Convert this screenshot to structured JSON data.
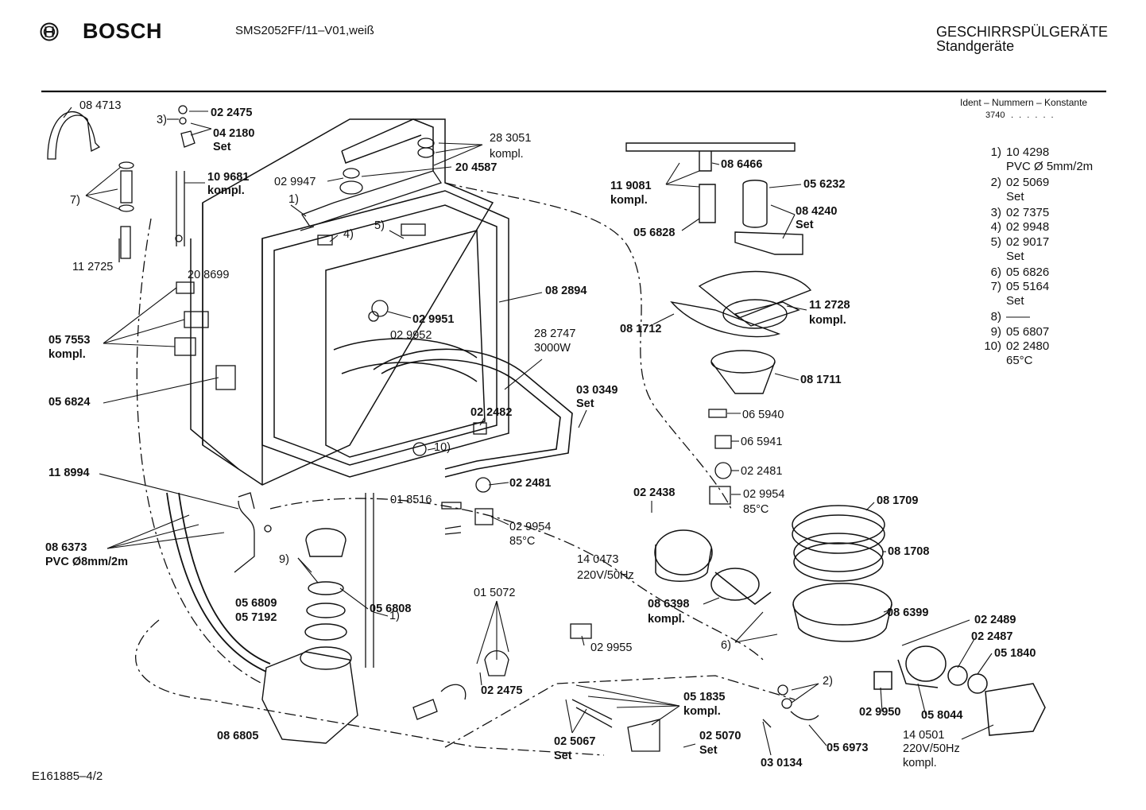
{
  "header": {
    "brand": "BOSCH",
    "brand_icon": "bosch-armature-icon",
    "model": "SMS2052FF/11–V01,weiß",
    "category_title": "GESCHIRRSPÜLGERÄTE",
    "category_subtitle": "Standgeräte"
  },
  "ident": {
    "heading": "Ident – Nummern – Konstante",
    "value": "3740",
    "dots": ". . . . . ."
  },
  "legend": [
    {
      "num": "1)",
      "code": "10 4298",
      "note": "PVC Ø 5mm/2m"
    },
    {
      "num": "2)",
      "code": "02 5069",
      "note": "Set"
    },
    {
      "num": "3)",
      "code": "02 7375",
      "note": ""
    },
    {
      "num": "4)",
      "code": "02 9948",
      "note": ""
    },
    {
      "num": "5)",
      "code": "02 9017",
      "note": "Set"
    },
    {
      "num": "6)",
      "code": "05 6826",
      "note": ""
    },
    {
      "num": "7)",
      "code": "05 5164",
      "note": "Set"
    },
    {
      "num": "8)",
      "code": "——",
      "note": ""
    },
    {
      "num": "9)",
      "code": "05 6807",
      "note": ""
    },
    {
      "num": "10)",
      "code": "02 2480",
      "note": "65°C"
    }
  ],
  "parts": {
    "p084713": "08 4713",
    "p022475a": "02 2475",
    "n3": "3)",
    "p042180": "04 2180",
    "set_a": "Set",
    "p109681": "10 9681",
    "kompl_a": "kompl.",
    "n7": "7)",
    "p112725": "11 2725",
    "p208699": "20 8699",
    "p057553": "05 7553",
    "kompl_b": "kompl.",
    "p056824": "05 6824",
    "p118994": "11 8994",
    "p086373": "08 6373",
    "pvc8": "PVC Ø8mm/2m",
    "p029947": "02 9947",
    "n1a": "1)",
    "n4": "4)",
    "n5": "5)",
    "p283051": "28 3051",
    "kompl_c": "kompl.",
    "p204587": "20 4587",
    "p082894": "08 2894",
    "p029951": "02 9951",
    "p029952": "02 9952",
    "p282747": "28 2747",
    "w3000": "3000W",
    "p030349": "03 0349",
    "set_b": "Set",
    "p022482": "02 2482",
    "n10": "10)",
    "p022481a": "02 2481",
    "p018516": "01 8516",
    "p029954a": "02 9954",
    "c85a": "85°C",
    "n9": "9)",
    "p056809": "05 6809",
    "p056808": "05 6808",
    "p057192": "05 7192",
    "p015072": "01 5072",
    "n1b": "1)",
    "p022475b": "02 2475",
    "p086805": "08 6805",
    "p025067": "02 5067",
    "set_c": "Set",
    "p051835": "05 1835",
    "kompl_d": "kompl.",
    "p025070": "02 5070",
    "set_d": "Set",
    "p030134": "03 0134",
    "p056973": "05 6973",
    "n2": "2)",
    "p029955": "02 9955",
    "p119081": "11 9081",
    "kompl_e": "kompl.",
    "p086466": "08 6466",
    "p056232": "05 6232",
    "p084240": "08 4240",
    "set_e": "Set",
    "p056828": "05 6828",
    "p112728": "11 2728",
    "kompl_f": "kompl.",
    "p081712": "08 1712",
    "p081711": "08 1711",
    "p065940": "06 5940",
    "p065941": "06 5941",
    "p022481b": "02 2481",
    "p029954b": "02 9954",
    "c85b": "85°C",
    "p022438": "02 2438",
    "p081709": "08 1709",
    "p081708": "08 1708",
    "p140473": "14 0473",
    "v220a": "220V/50Hz",
    "p086398": "08 6398",
    "kompl_g": "kompl.",
    "p086399": "08 6399",
    "n6": "6)",
    "p022489": "02 2489",
    "p022487": "02 2487",
    "p051840": "05 1840",
    "p029950": "02 9950",
    "p058044": "05 8044",
    "p140501": "14 0501",
    "v220b": "220V/50Hz",
    "kompl_h": "kompl."
  },
  "footer": "E161885–4/2"
}
